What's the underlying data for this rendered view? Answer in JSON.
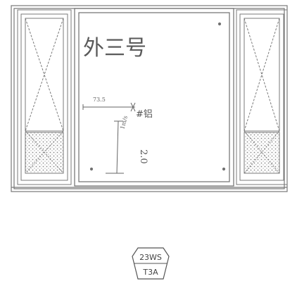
{
  "drawing": {
    "center_label": "外三号",
    "width_dim": "73.5",
    "annotation_right": "#铝",
    "height_dim": "1m/s",
    "vertical_note": "2.0",
    "badge_top": "23WS",
    "badge_bottom": "T3A"
  }
}
